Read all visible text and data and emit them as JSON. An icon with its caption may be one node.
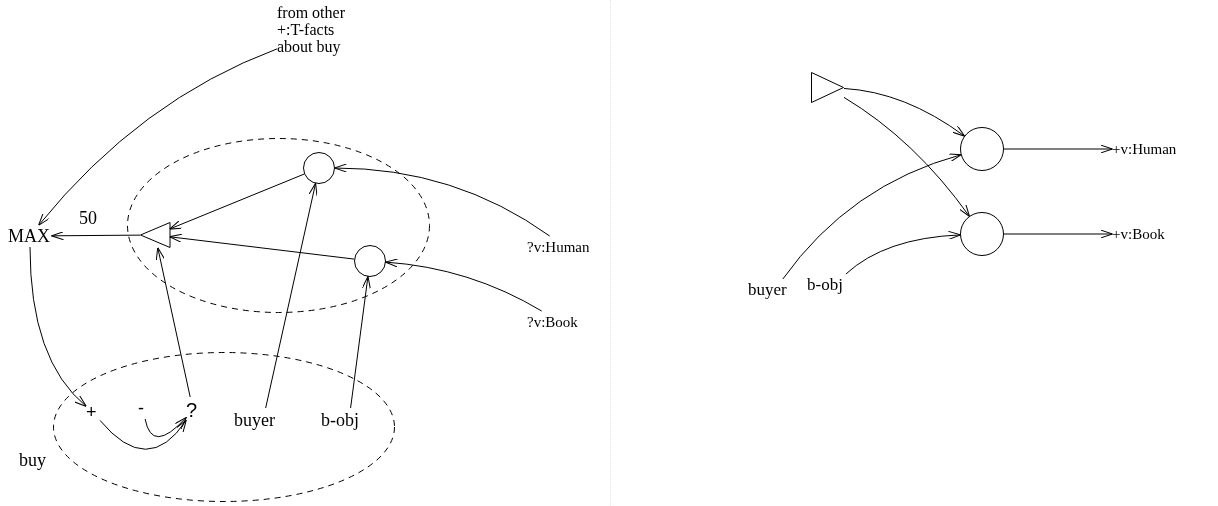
{
  "diagram": {
    "nodes": [
      {
        "text": [
          "from other +:T-facts about buy"
        ]
      },
      {
        "text": [],
        "shape": "ellipse"
      },
      {
        "text": [
          "MAX"
        ]
      },
      {
        "text": [],
        "shape": "triangle",
        "in": 1
      },
      {
        "text": [],
        "shape": "circle",
        "in": 1
      },
      {
        "text": [],
        "shape": "circle",
        "in": 1
      },
      {
        "text": [
          "?v:Human"
        ]
      },
      {
        "text": [
          "?v:Book"
        ]
      },
      {
        "text": [
          "buy"
        ]
      },
      {
        "text": [
          "+"
        ],
        "in": 8
      },
      {
        "text": [
          "-"
        ],
        "in": 8
      },
      {
        "text": [
          "?"
        ],
        "in": 8
      },
      {
        "text": [
          "buyer"
        ],
        "in": 8
      },
      {
        "text": [
          "b-obj"
        ],
        "in": 8
      },
      {
        "text": [],
        "shape": "triangle"
      },
      {
        "text": [],
        "shape": "circle"
      },
      {
        "text": [
          "+v:Human"
        ]
      },
      {
        "text": [],
        "shape": "circle"
      },
      {
        "text": [
          "+v:Book"
        ]
      },
      {
        "text": [
          "buyer"
        ]
      },
      {
        "text": [
          "b-obj"
        ]
      }
    ],
    "edges": [
      {
        "from": 0,
        "to": 2,
        "arrow": "to"
      },
      {
        "from": 3,
        "to": 2,
        "arrow": "to",
        "label": "50"
      },
      {
        "from": 4,
        "to": 3,
        "arrow": "to"
      },
      {
        "from": 5,
        "to": 3,
        "arrow": "to"
      },
      {
        "from": 6,
        "to": 4,
        "arrow": "to"
      },
      {
        "from": 7,
        "to": 5,
        "arrow": "to"
      },
      {
        "from": 12,
        "to": 4,
        "arrow": "to"
      },
      {
        "from": 13,
        "to": 5,
        "arrow": "to"
      },
      {
        "from": 11,
        "to": 3,
        "arrow": "to"
      },
      {
        "from": 2,
        "to": 9,
        "arrow": "to"
      },
      {
        "from": 10,
        "to": 11,
        "arrow": "to"
      },
      {
        "from": 9,
        "to": 11,
        "arrow": "to"
      },
      {
        "from": 14,
        "to": 15,
        "arrow": "to"
      },
      {
        "from": 14,
        "to": 17,
        "arrow": "to"
      },
      {
        "from": 19,
        "to": 15,
        "arrow": "to"
      },
      {
        "from": 20,
        "to": 17,
        "arrow": "to"
      },
      {
        "from": 15,
        "to": 16,
        "arrow": "to"
      },
      {
        "from": 17,
        "to": 18,
        "arrow": "to"
      }
    ]
  }
}
